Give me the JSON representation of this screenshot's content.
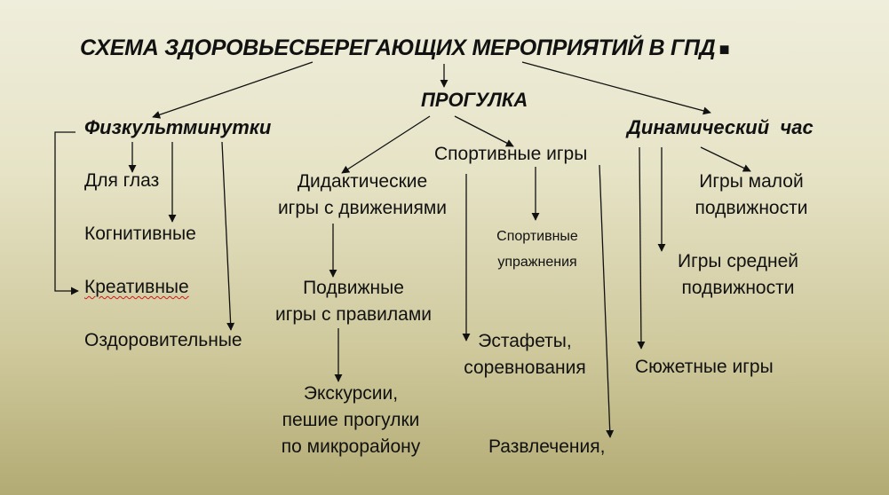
{
  "title": "СХЕМА ЗДОРОВЬЕСБЕРЕГАЮЩИХ МЕРОПРИЯТИЙ В ГПД",
  "title_bullet": "■",
  "branches": {
    "fizkult": {
      "label": "Физкультминутки",
      "items": [
        "Для глаз",
        "Когнитивные",
        "Креативные",
        "Оздоровительные"
      ]
    },
    "progulka": {
      "label": "ПРОГУЛКА",
      "didactic": [
        "Дидактические",
        "игры с движениями"
      ],
      "sport_games": "Спортивные игры",
      "moving_games": [
        "Подвижные",
        "игры с правилами"
      ],
      "excursions": [
        "Экскурсии,",
        "пешие прогулки",
        "по микрорайону"
      ],
      "sport_exercises": [
        "Спортивные",
        "упражнения"
      ],
      "relays": [
        "Эстафеты,",
        "соревнования"
      ],
      "entertainment": "Развлечения,"
    },
    "dynamic": {
      "label": "Динамический  час",
      "low": [
        "Игры малой",
        "подвижности"
      ],
      "medium": [
        "Игры средней",
        "подвижности"
      ],
      "story": "Сюжетные игры"
    }
  },
  "colors": {
    "text": "#111111",
    "spellcheck_underline": "#d01818"
  }
}
